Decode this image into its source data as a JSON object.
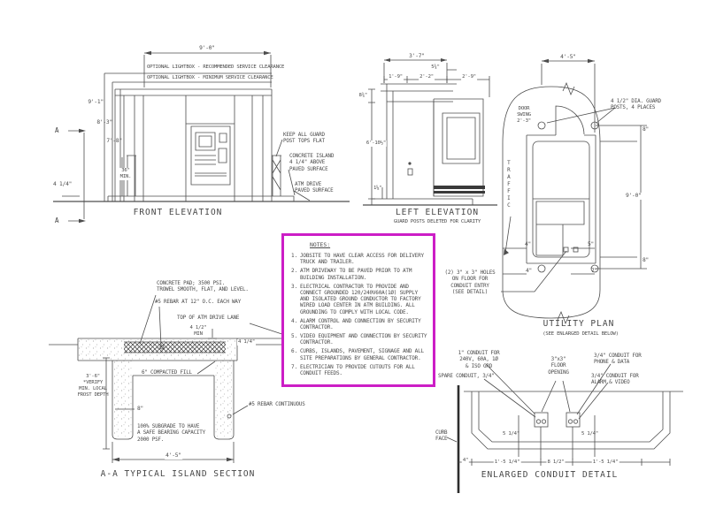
{
  "colors": {
    "highlight": "#cc1ec6",
    "ink": "#4d4d4d"
  },
  "views": {
    "front_elevation": {
      "title": "FRONT ELEVATION",
      "labels": {
        "dim_width": "9'-0\"",
        "lightbox_recommended": "OPTIONAL LIGHTBOX - RECOMMENDED SERVICE CLEARANCE",
        "lightbox_minimum": "OPTIONAL LIGHTBOX - MINIMUM SERVICE CLEARANCE",
        "dim_height_total": "9'-1\"",
        "dim_height_lightbox": "8'-3\"",
        "dim_height_building": "7'-8\"",
        "post_height": "36\"\nMIN.",
        "island_height": "4 1/4\"",
        "section_mark_top": "A",
        "section_mark_bottom": "A",
        "guard_note": "KEEP ALL GUARD\nPOST TOPS FLAT",
        "island_note": "CONCRETE ISLAND\n4 1/4\" ABOVE\nPAVED SURFACE",
        "drive_note": "ATM DRIVE\nPAVED SURFACE"
      }
    },
    "left_elevation": {
      "title": "LEFT ELEVATION",
      "subtitle": "GUARD POSTS DELETED FOR CLARITY",
      "labels": {
        "dim_width": "3'-7\"",
        "dim_cap": "5¾\"",
        "dim_a": "1'-9\"",
        "dim_b": "2'-2\"",
        "dim_c": "2'-9\"",
        "dim_top": "8¾\"",
        "dim_height": "6'-10½\"",
        "dim_base": "1⅝\"",
        "traffic": "TRAFFIC"
      }
    },
    "utility_plan": {
      "title": "UTILITY PLAN",
      "subtitle": "(SEE ENLARGED DETAIL BELOW)",
      "labels": {
        "dim_width": "4'-5\"",
        "door_swing": "DOOR\nSWING\n2'-3\"",
        "guard_posts_note": "4 1/2\" DIA. GUARD\nPOSTS, 4 PLACES",
        "dim_top_offset": "8\"",
        "dim_depth": "9'-0\"",
        "dim_bottom_offset": "8\"",
        "dim_left_top": "4\"",
        "dim_right_top": "5\"",
        "dim_left_bottom": "4\"",
        "dim_right_bottom": "7\"",
        "holes_note": "(2) 3\" x 3\" HOLES\nON FLOOR FOR\nCONDUIT ENTRY\n(SEE DETAIL)"
      }
    },
    "island_section": {
      "title": "A-A TYPICAL ISLAND SECTION",
      "labels": {
        "pad_note": "CONCRETE PAD; 3500 PSI.\nTROWEL SMOOTH, FLAT, AND LEVEL.",
        "rebar_note": "#5 REBAR AT 12\" O.C. EACH WAY",
        "lane_note": "TOP OF ATM DRIVE LANE",
        "dim_min": "4 1/2\"\nMIN",
        "dim_island": "4 1/4\"",
        "frost_note": "3'-6\"\n*VERIFY\nMIN. LOCAL\nFROST DEPTH",
        "fill_note": "6\" COMPACTED FILL",
        "dim_wall": "8\"",
        "rebar_cont_note": "#5 REBAR CONTINUOUS",
        "subgrade_note": "100% SUBGRADE TO HAVE\nA SAFE BEARING CAPACITY\n2000 PSF.",
        "dim_width": "4'-5\""
      }
    },
    "conduit_detail": {
      "title": "ENLARGED CONDUIT DETAIL",
      "labels": {
        "power_note": "1\" CONDUIT FOR\n240V, 60A, 1Ø\n& ISO GRD",
        "spare_note": "SPARE CONDUIT, 3/4\"",
        "opening_note": "3\"x3\"\nFLOOR\nOPENING",
        "phone_note": "3/4\" CONDUIT FOR\nPHONE & DATA",
        "alarm_note": "3/4\" CONDUIT FOR\nALARM & VIDEO",
        "curb_note": "CURB\nFACE",
        "dim_left_box": "5 1/4\"",
        "dim_right_box": "5 1/4\"",
        "dim_curb": "4\"",
        "dim_left": "1'-5 1/4\"",
        "dim_mid": "8 1/2\"",
        "dim_right": "1'-5 1/4\""
      }
    }
  },
  "notes": {
    "title": "NOTES:",
    "items": [
      {
        "num": "1.",
        "text": "JOBSITE TO HAVE CLEAR ACCESS FOR DELIVERY TRUCK AND TRAILER."
      },
      {
        "num": "2.",
        "text": "ATM DRIVEWAY TO BE PAVED PRIOR TO ATM BUILDING INSTALLATION."
      },
      {
        "num": "3.",
        "text": "ELECTRICAL CONTRACTOR TO PROVIDE AND CONNECT GROUNDED 120/240V60A(1Ø) SUPPLY AND ISOLATED GROUND CONDUCTOR TO FACTORY WIRED LOAD CENTER IN ATM BUILDING.  ALL GROUNDING TO COMPLY WITH LOCAL CODE."
      },
      {
        "num": "4.",
        "text": "ALARM CONTROL AND CONNECTION BY SECURITY CONTRACTOR."
      },
      {
        "num": "5.",
        "text": "VIDEO EQUIPMENT AND CONNECTION BY SECURITY CONTRACTOR."
      },
      {
        "num": "6.",
        "text": "CURBS, ISLANDS, PAVEMENT, SIGNAGE AND ALL SITE PREPARATIONS BY GENERAL CONTRACTOR."
      },
      {
        "num": "7.",
        "text": "ELECTRICIAN TO PROVIDE CUTOUTS FOR ALL CONDUIT FEEDS."
      }
    ]
  }
}
